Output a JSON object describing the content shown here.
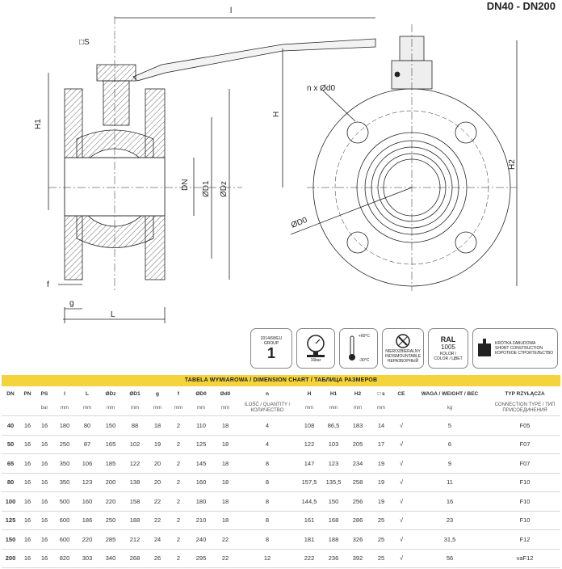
{
  "title": "DN40 - DN200",
  "drawing_labels": {
    "l": "l",
    "s": "□S",
    "h1": "H1",
    "h": "H",
    "h2": "H2",
    "dn": "DN",
    "d1": "ØD1",
    "dz": "ØDz",
    "f": "f",
    "g": "g",
    "L": "L",
    "nxd0": "n x Ød0",
    "D0": "ØD0"
  },
  "certs": {
    "eu_line1": "2014/68/EU",
    "eu_line2": "GROUP",
    "eu_big": "1",
    "pressure": "16bar",
    "temp_hi": "+60°C",
    "temp_lo": "-30°C",
    "nondis_1": "NIEROZBIERALNY",
    "nondis_2": "INDISMOUNTABLE",
    "nondis_3": "НЕРАЗБОРНЫЙ",
    "ral": "RAL",
    "ral_num": "1005",
    "ral_1": "KOLOR /",
    "ral_2": "COLOR / ЦВЕТ",
    "short_1": "KRÓTKA ZABUDOWA",
    "short_2": "SHORT CONSTRUCTION",
    "short_3": "КОРОТКОЕ СТРОИТЕЛЬСТВО"
  },
  "table": {
    "heading": "TABELA WYMIAROWA / DIMENSION CHART / ТАБЛИЦА РАЗМЕРОВ",
    "columns": [
      "DN",
      "PN",
      "PS",
      "l",
      "L",
      "ØDz",
      "ØD1",
      "g",
      "f",
      "ØD0",
      "Ød0",
      "n",
      "H",
      "H1",
      "H2",
      "□ s",
      "CE",
      "WAGA / WEIGHT / ВЕС",
      "TYP RZYŁĄCZA"
    ],
    "units": [
      "",
      "",
      "bar",
      "mm",
      "mm",
      "mm",
      "mm",
      "mm",
      "mm",
      "mm",
      "mm",
      "ILOŚĆ / QUANTITY / КОЛИЧЕСТВО",
      "mm",
      "mm",
      "mm",
      "mm",
      "",
      "kg",
      "CONNECTION TYPE / ТИП ПРИСОЕДИНЕНИЯ"
    ],
    "rows": [
      [
        "40",
        "16",
        "16",
        "180",
        "80",
        "150",
        "88",
        "18",
        "2",
        "110",
        "18",
        "4",
        "108",
        "86,5",
        "183",
        "14",
        "√",
        "5",
        "F05"
      ],
      [
        "50",
        "16",
        "16",
        "250",
        "87",
        "165",
        "102",
        "19",
        "2",
        "125",
        "18",
        "4",
        "122",
        "103",
        "205",
        "17",
        "√",
        "6",
        "F07"
      ],
      [
        "65",
        "16",
        "16",
        "350",
        "106",
        "185",
        "122",
        "20",
        "2",
        "145",
        "18",
        "8",
        "147",
        "123",
        "234",
        "19",
        "√",
        "9",
        "F07"
      ],
      [
        "80",
        "16",
        "16",
        "350",
        "123",
        "200",
        "138",
        "20",
        "2",
        "160",
        "18",
        "8",
        "157,5",
        "135,5",
        "258",
        "19",
        "√",
        "11",
        "F10"
      ],
      [
        "100",
        "16",
        "16",
        "500",
        "160",
        "220",
        "158",
        "22",
        "2",
        "180",
        "18",
        "8",
        "144,5",
        "150",
        "256",
        "19",
        "√",
        "16",
        "F10"
      ],
      [
        "125",
        "16",
        "16",
        "600",
        "186",
        "250",
        "188",
        "22",
        "2",
        "210",
        "18",
        "8",
        "161",
        "168",
        "286",
        "25",
        "√",
        "23",
        "F10"
      ],
      [
        "150",
        "16",
        "16",
        "600",
        "220",
        "285",
        "212",
        "24",
        "2",
        "240",
        "22",
        "8",
        "181",
        "188",
        "326",
        "25",
        "√",
        "31,5",
        "F12"
      ],
      [
        "200",
        "16",
        "16",
        "820",
        "303",
        "340",
        "268",
        "26",
        "2",
        "295",
        "22",
        "12",
        "222",
        "236",
        "392",
        "25",
        "√",
        "56",
        "vaF12"
      ]
    ]
  }
}
